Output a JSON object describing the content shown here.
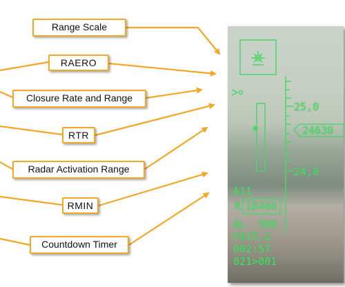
{
  "callouts": {
    "range_scale": "Range Scale",
    "r_aero": "RAERO",
    "closure_rate_range": "Closure Rate and Range",
    "r_tr": "RTR",
    "radar_activation_range": "Radar Activation Range",
    "r_min": "RMIN",
    "countdown_timer": "Countdown Timer"
  },
  "hud": {
    "scale_top": "25,0",
    "closure_readout": "24630",
    "scale_bottom": "24,0",
    "station": "A11",
    "range_prefix": "R",
    "range_value": "18460",
    "altitude": "AL  500",
    "fuel_offset": "F015.2",
    "timer": "002:57",
    "waypoint": "021>001"
  },
  "colors": {
    "callout_border": "#f5a623",
    "hud_symbology": "#4cd66a"
  }
}
